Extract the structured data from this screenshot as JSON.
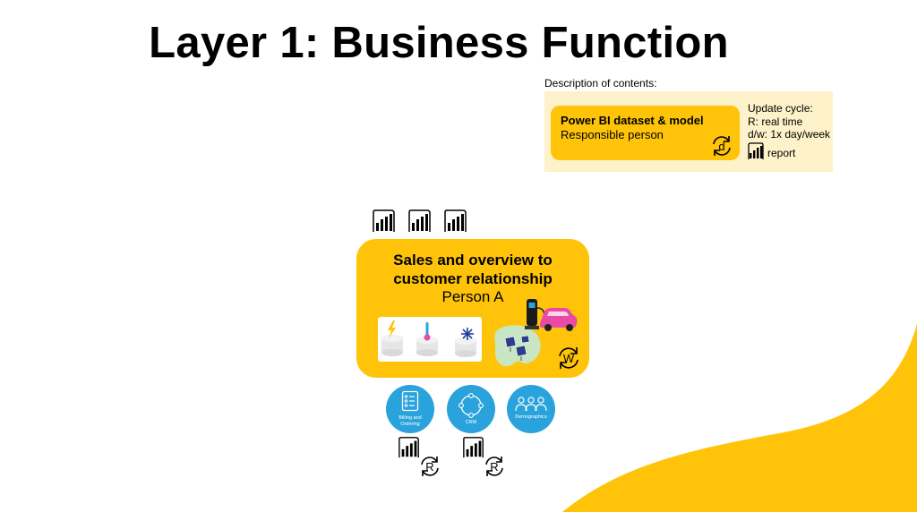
{
  "title": "Layer 1: Business Function",
  "legend": {
    "caption": "Description of contents:",
    "card_title": "Power BI dataset & model",
    "card_subtitle": "Responsible person",
    "update_cycle_label": "Update cycle:",
    "update_r": "R: real time",
    "update_dw": "d/w: 1x day/week",
    "report_label": "report",
    "card_badge_letter": "d"
  },
  "main": {
    "title_line1": "Sales and overview to",
    "title_line2": "customer relationship",
    "person": "Person A",
    "badge_letter": "W"
  },
  "sources": [
    {
      "label_line1": "Billing and",
      "label_line2": "Ordering",
      "icon": "list-icon"
    },
    {
      "label_line1": "CRM",
      "label_line2": "",
      "icon": "network-icon"
    },
    {
      "label_line1": "Demographics",
      "label_line2": "",
      "icon": "people-icon"
    }
  ],
  "source_badges": [
    "R",
    "R"
  ],
  "colors": {
    "accent_yellow": "#ffc409",
    "legend_bg": "#fdf2c9",
    "source_blue": "#2aa3dc",
    "ev_pink": "#e94aa6",
    "panel_green": "#c9e6c4"
  }
}
